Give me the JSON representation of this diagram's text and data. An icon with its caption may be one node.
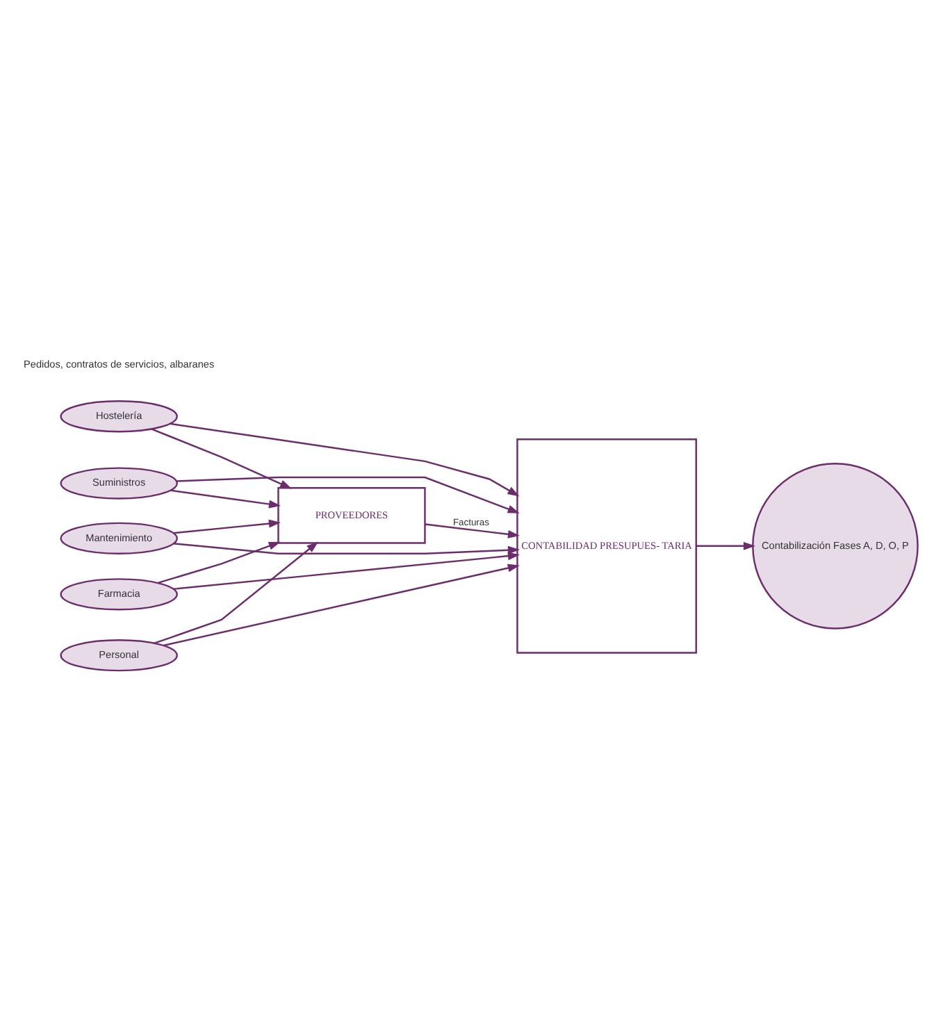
{
  "diagram": {
    "nodes": [
      {
        "text": [
          "PROVEEDORES"
        ]
      },
      {
        "text": [
          "Suministros"
        ]
      },
      {
        "text": [
          "Hostelería"
        ]
      },
      {
        "text": [
          "Mantenimiento"
        ]
      },
      {
        "text": [
          "Farmacia"
        ]
      },
      {
        "text": [
          "Personal"
        ]
      },
      {
        "text": [
          "CONTABILIDAD PRESUPUES- TARIA"
        ]
      },
      {
        "text": [
          "Contabilización Fases A, D, O, P"
        ]
      }
    ],
    "edges": [
      {
        "from": 1,
        "to": 0,
        "arrow": "to"
      },
      {
        "from": 2,
        "to": 0,
        "arrow": "to"
      },
      {
        "from": 3,
        "to": 0,
        "arrow": "to"
      },
      {
        "from": 4,
        "to": 0,
        "arrow": "to"
      },
      {
        "from": 5,
        "to": 0,
        "arrow": "to"
      },
      {
        "from": 1,
        "to": 6,
        "arrow": "to"
      },
      {
        "from": 2,
        "to": 6,
        "arrow": "to"
      },
      {
        "from": 3,
        "to": 6,
        "arrow": "to"
      },
      {
        "from": 4,
        "to": 6,
        "arrow": "to"
      },
      {
        "from": 5,
        "to": 6,
        "arrow": "to"
      },
      {
        "from": 0,
        "to": 6,
        "label": "Facturas",
        "arrow": "to"
      },
      {
        "from": 6,
        "to": 7,
        "arrow": "to"
      }
    ],
    "labels": [
      "Pedidos, contratos de servicios, albaranes"
    ]
  }
}
